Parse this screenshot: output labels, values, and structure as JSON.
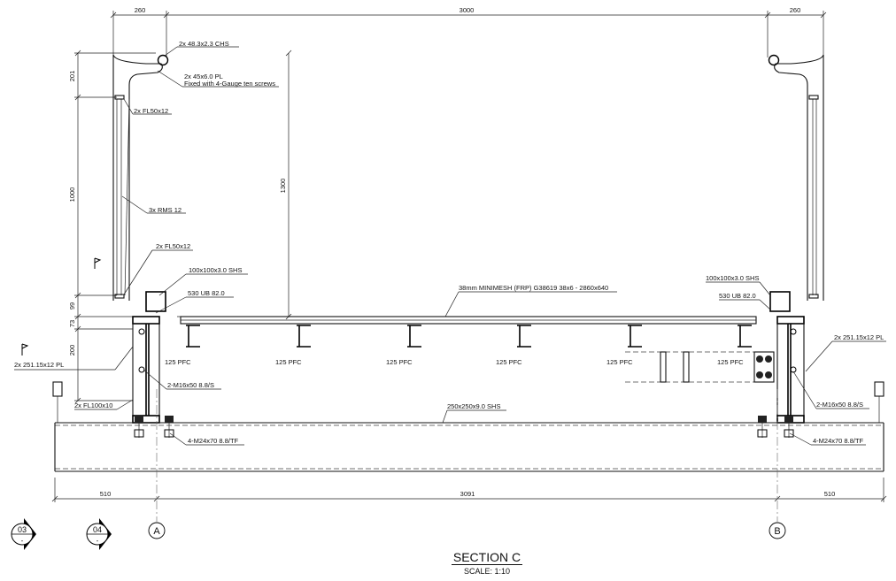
{
  "title": {
    "main": "SECTION C",
    "scale": "SCALE: 1:10"
  },
  "dimensions": {
    "top_left": "260",
    "top_mid": "3000",
    "top_right": "260",
    "left_v1": "201",
    "left_v2": "1000",
    "left_v3": "99",
    "left_v4": "73",
    "left_v5": "200",
    "inner_v": "1300",
    "bottom_left": "510",
    "bottom_mid": "3091",
    "bottom_right": "510"
  },
  "labels": {
    "chs": "2x 48.3x2.3 CHS",
    "pl45": "2x 45x6.0 PL",
    "pl45_note": "Fixed with 4-Gauge ten screws",
    "fl50_top": "2x FL50x12",
    "rms": "3x RMS 12",
    "fl50_low": "2x FL50x12",
    "shs_left": "100x100x3.0 SHS",
    "ub_left": "530 UB 82.0",
    "shs_right": "100x100x3.0 SHS",
    "ub_right": "530 UB 82.0",
    "mesh": "38mm MINIMESH (FRP) G38619 38x6 - 2860x640",
    "pl251_left": "2x 251.15x12 PL",
    "pl251_right": "2x 251.15x12 PL",
    "m16_left": "2-M16x50 8.8/S",
    "m16_right": "2-M16x50 8.8/S",
    "fl100": "2x FL100x10",
    "shs250": "250x250x9.0 SHS",
    "m24_left": "4-M24x70 8.8/TF",
    "m24_right": "4-M24x70 8.8/TF",
    "pfc": [
      "125 PFC",
      "125 PFC",
      "125 PFC",
      "125 PFC",
      "125 PFC",
      "125 PFC"
    ]
  },
  "grids": {
    "a": "A",
    "b": "B"
  },
  "section_markers": [
    {
      "num": "03",
      "sub": "-"
    },
    {
      "num": "04",
      "sub": "-"
    }
  ]
}
